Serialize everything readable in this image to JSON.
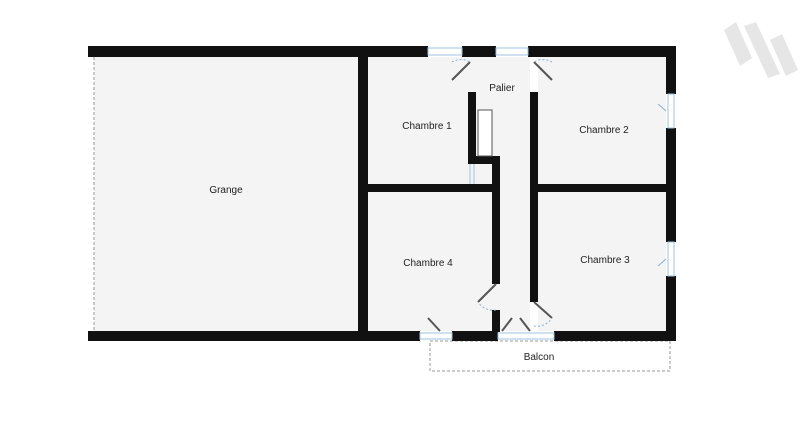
{
  "colors": {
    "wall": "#111111",
    "floor": "#f4f4f4",
    "door": "#8ab0d4",
    "window": "#9fc3e0",
    "balcony_outline": "#999999",
    "logo": "#e6e6e6"
  },
  "rooms": {
    "grange": "Grange",
    "chambre1": "Chambre 1",
    "chambre2": "Chambre 2",
    "chambre3": "Chambre 3",
    "chambre4": "Chambre 4",
    "palier": "Palier",
    "balcon": "Balcon"
  },
  "logo": {
    "icon": "watermark-logo-icon"
  }
}
